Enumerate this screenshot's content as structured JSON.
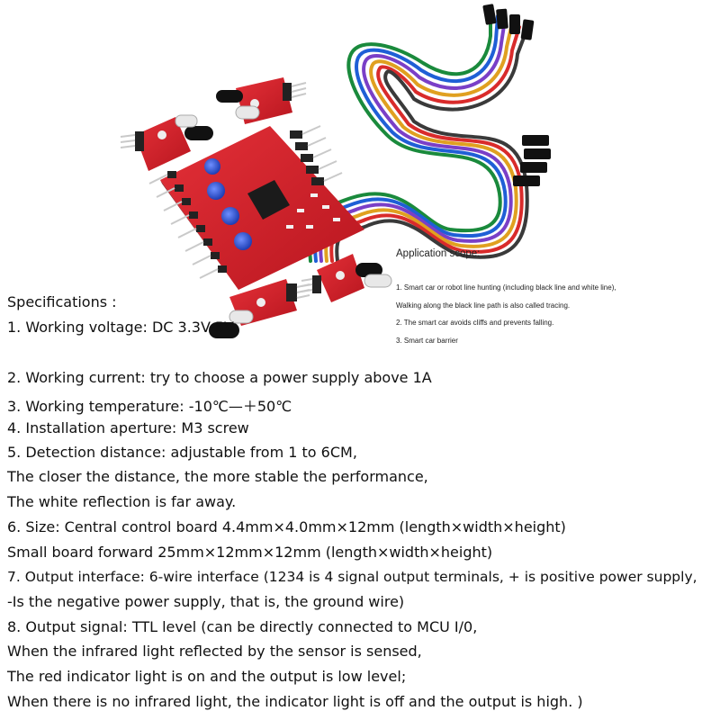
{
  "application_scope": {
    "title": "Application scope:",
    "lines": [
      "1. Smart car or robot line hunting (including black line and white line),",
      "Walking along the black line path is also called tracing.",
      "2. The smart car avoids cliffs and prevents falling.",
      "3. Smart car barrier"
    ]
  },
  "specifications": {
    "title": "Specifications :",
    "lines": [
      "1. Working voltage: DC 3.3V-5V",
      "2. Working current: try to choose a power supply above 1A",
      "3. Working temperature: -10℃—＋50℃",
      "4. Installation aperture: M3 screw",
      "5. Detection distance: adjustable from 1 to 6CM,",
      "The closer the distance, the more stable the performance,",
      "The white reflection is far away.",
      "6. Size: Central control board 4.4mm×4.0mm×12mm (length×width×height)",
      "Small board forward 25mm×12mm×12mm (length×width×height)",
      "7. Output interface: 6-wire interface (1234 is 4 signal output terminals, + is positive power supply,",
      "-Is the negative power supply, that is, the ground wire)",
      "8. Output signal: TTL level (can be directly connected to MCU I/0,",
      "When the infrared light reflected by the sensor is sensed,",
      "The red indicator light is on and the output is low level;",
      "When there is no infrared light, the indicator light is off and the output is high. )"
    ]
  },
  "colors": {
    "pcb": "#d9202a",
    "pcb_dark": "#a3151c",
    "pot": "#2f57d8",
    "header": "#222222",
    "pin": "#c9c9c9"
  }
}
